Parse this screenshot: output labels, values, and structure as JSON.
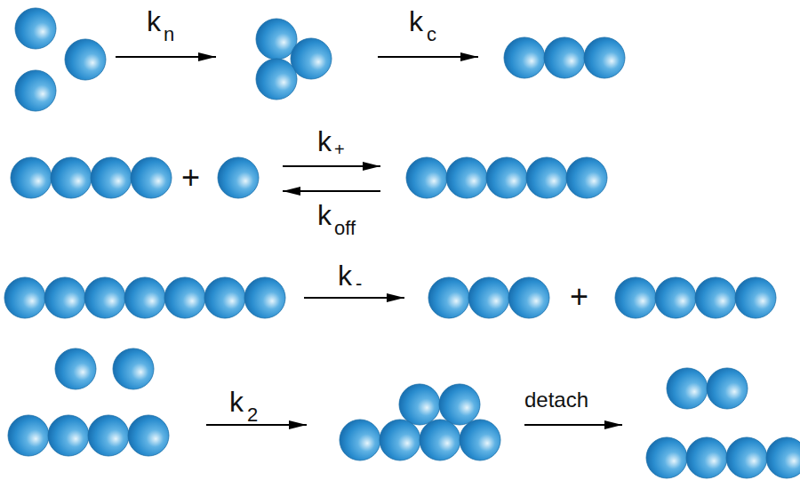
{
  "diagram": {
    "labels": [
      "k",
      "n",
      "k",
      "c",
      "+",
      "k",
      "+",
      "k",
      "off",
      "k",
      "-",
      "+",
      "k",
      "2",
      "detach"
    ]
  }
}
